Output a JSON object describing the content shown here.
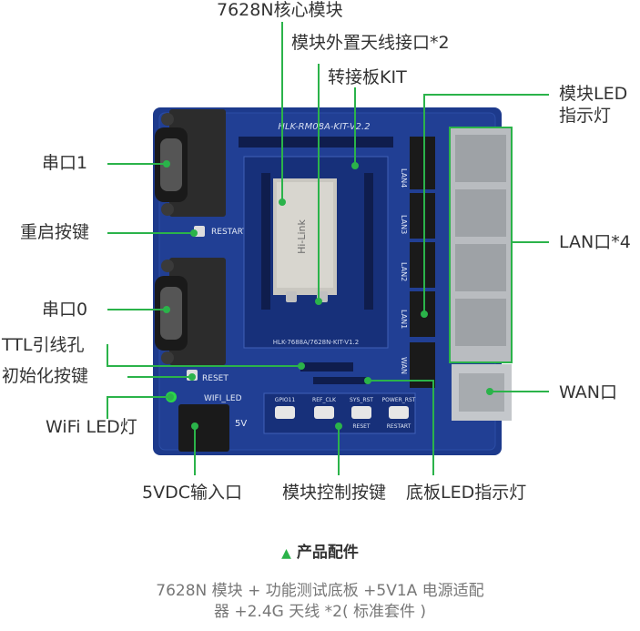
{
  "labels": {
    "core_module": "7628N核心模块",
    "antenna": "模块外置天线接口*2",
    "kit": "转接板KIT",
    "module_led": [
      "模块LED",
      "指示灯"
    ],
    "serial1": "串口1",
    "restart": "重启按键",
    "lan": "LAN口*4",
    "serial0": "串口0",
    "ttl": "TTL引线孔",
    "init_key": "初始化按键",
    "wan": "WAN口",
    "wifi_led": "WiFi LED灯",
    "dc5v": "5VDC输入口",
    "module_keys": "模块控制按键",
    "board_led": "底板LED指示灯"
  },
  "board_silk": {
    "title": "HLK-RM08A-KIT-V2.2",
    "restart": "RESTART",
    "reset": "RESET",
    "wifi_led": "WIFI_LED",
    "v5": "5V",
    "module_name": "HLK-7688A/7628N-KIT-V1.2",
    "lan_ports": [
      "LAN4",
      "LAN3",
      "LAN2",
      "LAN1",
      "WAN"
    ],
    "buttons": [
      "GPIO11",
      "REF_CLK",
      "SYS_RST",
      "POWER_RST"
    ],
    "btn_sub": [
      "",
      "",
      "RESET",
      "RESTART"
    ],
    "chip_text": "Hi-Link"
  },
  "caption": {
    "title": "产品配件",
    "line1": "7628N 模块 + 功能测试底板 +5V1A 电源适配",
    "line2": "器 +2.4G 天线 *2( 标准套件 )"
  },
  "colors": {
    "pcb": "#1e3a8a",
    "pcb_dark": "#14296b",
    "callout": "#2bb34a",
    "caption_accent": "#2bb34a"
  }
}
